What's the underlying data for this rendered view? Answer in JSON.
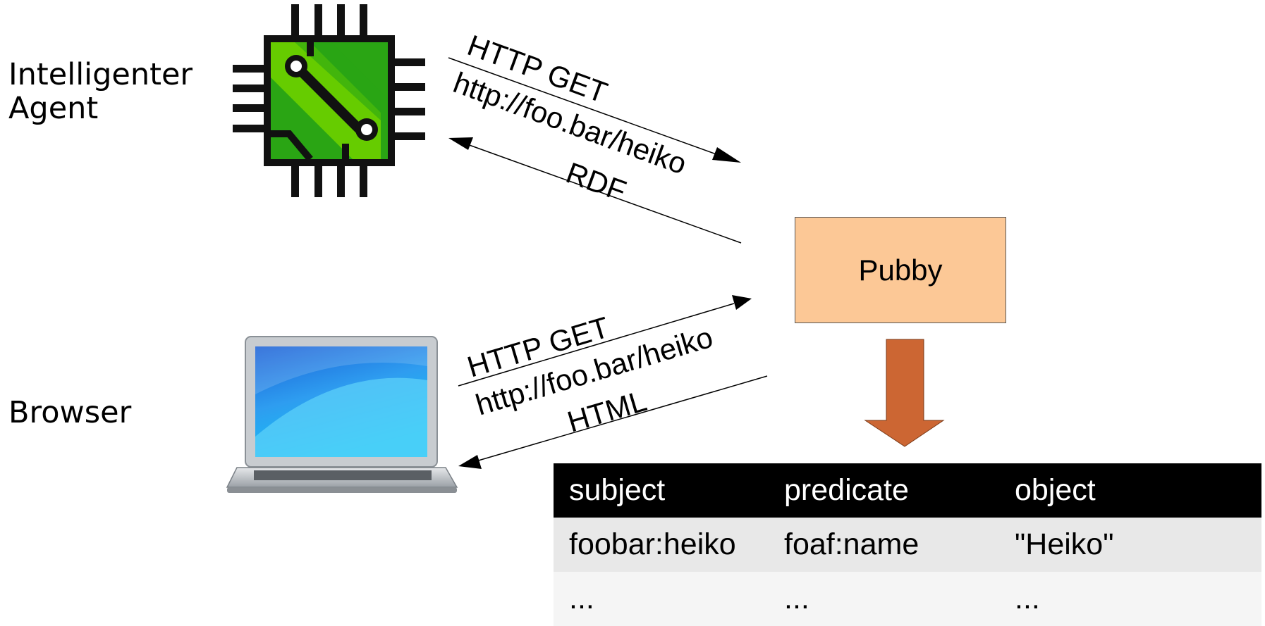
{
  "agent": {
    "label": [
      "Intelligenter",
      "Agent"
    ]
  },
  "browser": {
    "label": "Browser"
  },
  "server": {
    "label": "Pubby"
  },
  "top_exchange": {
    "request_method": "HTTP GET",
    "request_url": "http://foo.bar/heiko",
    "response": "RDF"
  },
  "bottom_exchange": {
    "request_method": "HTTP GET",
    "request_url": "http://foo.bar/heiko",
    "response": "HTML"
  },
  "table": {
    "headers": [
      "subject",
      "predicate",
      "object"
    ],
    "rows": [
      [
        "foobar:heiko",
        "foaf:name",
        "\"Heiko\""
      ],
      [
        "...",
        "...",
        "..."
      ]
    ]
  },
  "colors": {
    "chip_green": "#33aa11",
    "chip_light": "#66cc00",
    "server_fill": "#fcc896",
    "arrow_fill": "#cc6633",
    "header_bg": "#000000"
  },
  "icons": [
    "chip-icon",
    "laptop-icon",
    "down-arrow-icon"
  ]
}
